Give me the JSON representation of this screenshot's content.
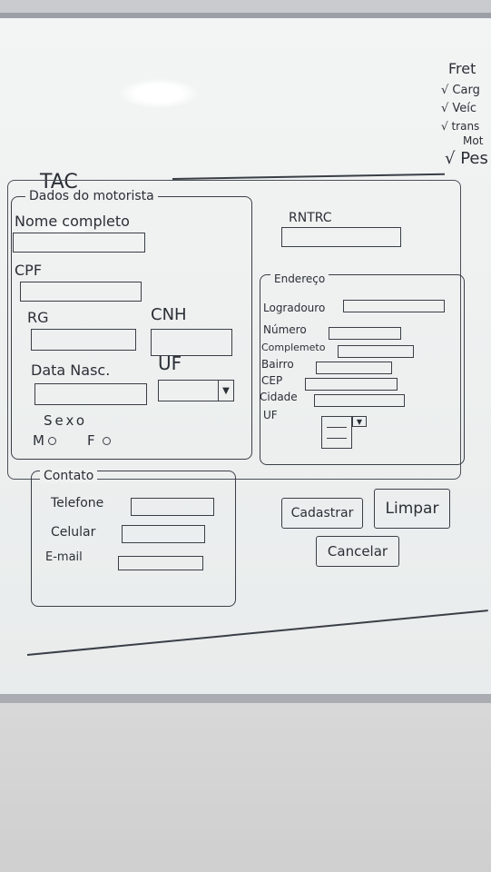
{
  "form": {
    "title": "TAC",
    "driver_section": "Dados do motorista",
    "full_name_label": "Nome completo",
    "cpf_label": "CPF",
    "rg_label": "RG",
    "cnh_label": "CNH",
    "birth_label": "Data Nasc.",
    "uf_label": "UF",
    "sex_label": "Sexo",
    "sex_m": "M",
    "sex_f": "F",
    "rntrc_label": "RNTRC",
    "address_section": "Endereço",
    "street_label": "Logradouro",
    "number_label": "Número",
    "complement_label": "Complemeto",
    "district_label": "Bairro",
    "zip_label": "CEP",
    "city_label": "Cidade",
    "addr_uf_label": "UF",
    "contact_section": "Contato",
    "phone_label": "Telefone",
    "mobile_label": "Celular",
    "email_label": "E-mail",
    "register_button": "Cadastrar",
    "clear_button": "Limpar",
    "cancel_button": "Cancelar"
  },
  "side_menu": {
    "title": "Fret",
    "items": [
      "√ Carg",
      "√ Veíc",
      "√ trans",
      "Mot",
      "√ Pes"
    ]
  }
}
